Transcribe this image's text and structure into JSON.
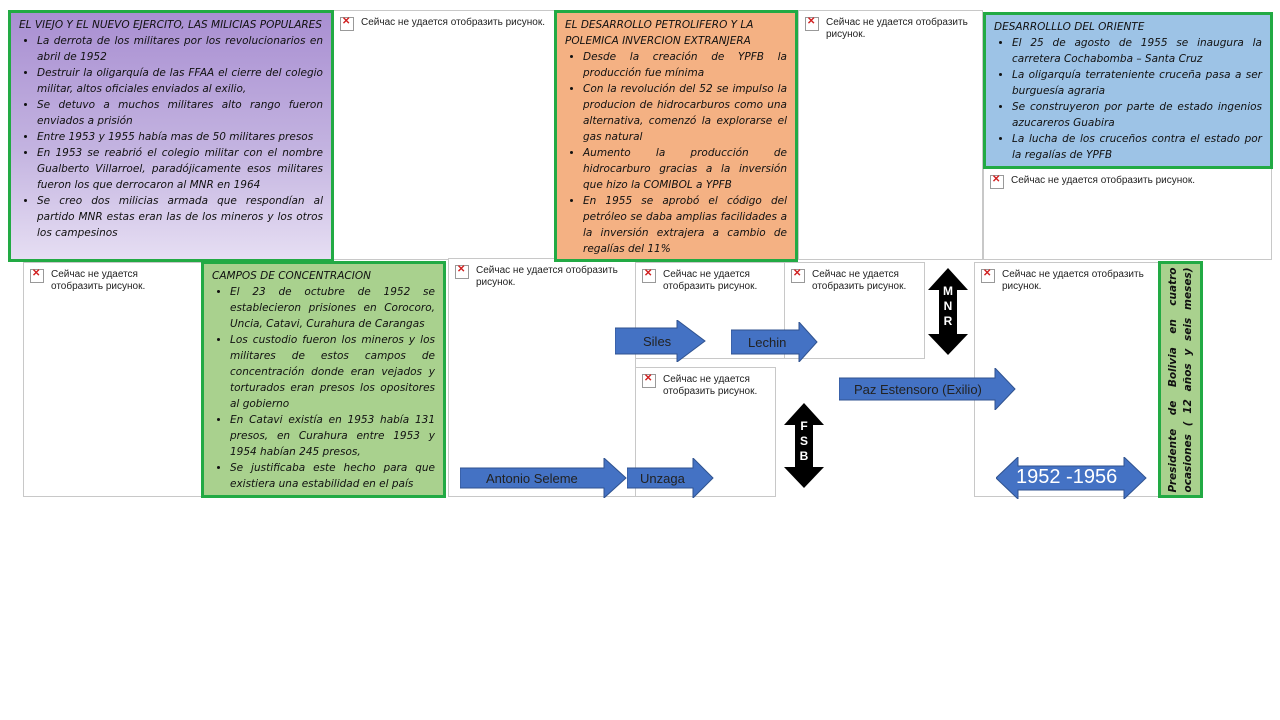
{
  "placeholder_text": "Сейчас не удается отобразить рисунок.",
  "boxes": {
    "militares": {
      "title": "EL VIEJO Y EL NUEVO EJERCITO, LAS MILICIAS POPULARES",
      "items": [
        "La derrota de los militares por los revolucionarios en abril de 1952",
        "Destruir la oligarquía de las FFAA el cierre del colegio militar, altos oficiales enviados al exilio,",
        "Se detuvo a muchos militares alto rango fueron enviados a prisión",
        "Entre 1953 y 1955 había mas de 50 militares presos",
        "En 1953 se reabrió el colegio militar con el nombre Gualberto Villarroel, paradójicamente esos militares fueron los que derrocaron al MNR en 1964",
        "Se creo dos milicias armada que respondían al partido MNR estas eran las de los mineros y los otros los campesinos"
      ]
    },
    "petrolifero": {
      "title": "EL DESARROLLO PETROLIFERO Y LA POLEMICA INVERCION EXTRANJERA",
      "items": [
        "Desde la creación de YPFB la producción fue mínima",
        "Con la revolución del 52 se impulso la producion de hidrocarburos como una alternativa, comenzó la explorarse el gas natural",
        "Aumento la producción de hidrocarburo gracias a la inversión que hizo la COMIBOL a YPFB",
        "En 1955 se aprobó el código del petróleo se daba amplias facilidades a la inversión extrajera a cambio de regalías del 11%"
      ]
    },
    "oriente": {
      "title": "DESARROLLLO DEL ORIENTE",
      "items": [
        "El 25 de agosto de 1955 se inaugura la carretera Cochabomba – Santa Cruz",
        "La oligarquía terrateniente cruceña pasa a ser burguesía agraria",
        "Se construyeron por parte de estado ingenios azucareros Guabira",
        "La lucha de los cruceños contra el estado por la regalías de YPFB"
      ]
    },
    "campos": {
      "title": "CAMPOS DE CONCENTRACION",
      "items": [
        "El 23 de octubre de 1952 se establecieron prisiones en Corocoro, Uncia, Catavi, Curahura de Carangas",
        "Los custodio fueron los mineros y los militares de estos campos de concentración donde eran vejados y torturados eran presos los opositores al gobierno",
        "En Catavi existía en 1953 había 131 presos, en Curahura entre 1953 y 1954 habían 245 presos,",
        "Se justificaba este hecho para que existiera una estabilidad en el país"
      ]
    },
    "presidente": {
      "text": "Presidente de Bolivia en cuatro ocasiones ( 12 años y seis meses)"
    }
  },
  "arrows": {
    "siles": "Siles",
    "lechin": "Lechin",
    "paz": "Paz Estensoro (Exilio)",
    "seleme": "Antonio Seleme",
    "unzaga": "Unzaga",
    "years": "1952 -1956",
    "mnr": [
      "M",
      "N",
      "R"
    ],
    "fsb": [
      "F",
      "S",
      "B"
    ]
  },
  "colors": {
    "purple": "#b9a6d9",
    "orange": "#f4b183",
    "blue_box": "#9dc3e6",
    "green_box": "#a9d18e",
    "arrow_blue": "#4472c4",
    "border_green": "#22aa44"
  }
}
